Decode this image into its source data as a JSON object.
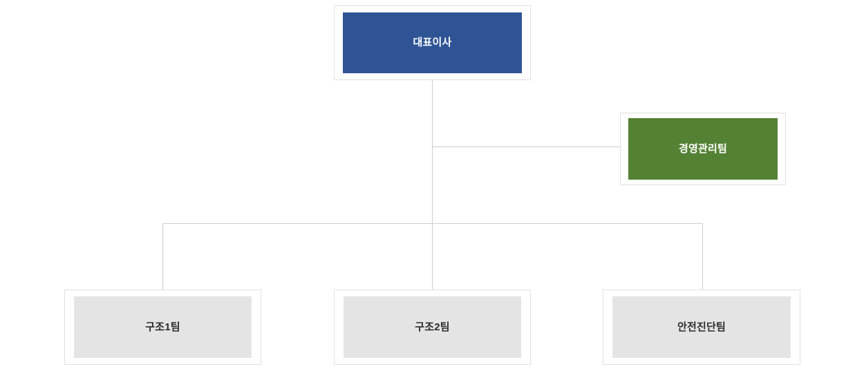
{
  "chart_data": {
    "type": "diagram",
    "diagram_type": "organization-chart",
    "title": "",
    "orientation": "top-down",
    "levels": 3,
    "nodes": [
      {
        "id": "exec",
        "label": "대표이사",
        "level": 0,
        "fill": "#2f5496",
        "text_color": "#ffffff",
        "role": "root"
      },
      {
        "id": "mgmt",
        "label": "경영관리팀",
        "level": 1,
        "fill": "#548235",
        "text_color": "#ffffff",
        "role": "staff"
      },
      {
        "id": "team1",
        "label": "구조1팀",
        "level": 2,
        "fill": "#e4e4e4",
        "text_color": "#2b2b2b",
        "role": "team"
      },
      {
        "id": "team2",
        "label": "구조2팀",
        "level": 2,
        "fill": "#e4e4e4",
        "text_color": "#2b2b2b",
        "role": "team"
      },
      {
        "id": "team3",
        "label": "안전진단팀",
        "level": 2,
        "fill": "#e4e4e4",
        "text_color": "#2b2b2b",
        "role": "team"
      }
    ],
    "edges": [
      {
        "from": "exec",
        "to": "mgmt"
      },
      {
        "from": "exec",
        "to": "team1"
      },
      {
        "from": "exec",
        "to": "team2"
      },
      {
        "from": "exec",
        "to": "team3"
      }
    ],
    "connector_color": "#cccccc",
    "background": "#ffffff"
  },
  "chart": {
    "exec": {
      "label": "대표이사"
    },
    "mgmt": {
      "label": "경영관리팀"
    },
    "teams": [
      {
        "label": "구조1팀"
      },
      {
        "label": "구조2팀"
      },
      {
        "label": "안전진단팀"
      }
    ]
  }
}
